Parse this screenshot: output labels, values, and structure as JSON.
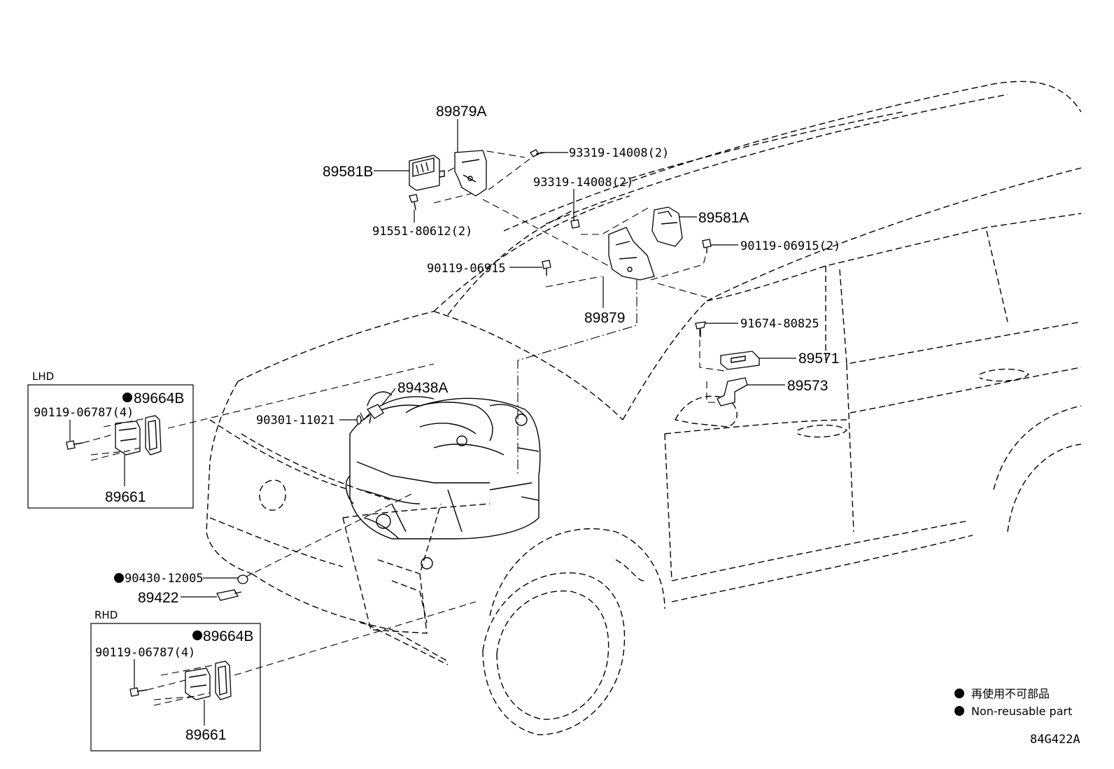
{
  "diagram_code": "84G422A",
  "boxes": {
    "lhd_title": "LHD",
    "rhd_title": "RHD"
  },
  "labels": {
    "p89879A": "89879A",
    "p89581B": "89581B",
    "p93319_top": "93319-14008(2)",
    "p93319_mid": "93319-14008(2)",
    "p89581A": "89581A",
    "p91551": "91551-80612(2)",
    "p90119_06915_2": "90119-06915(2)",
    "p90119_06915": "90119-06915",
    "p89879": "89879",
    "p91674": "91674-80825",
    "p89571": "89571",
    "p89573": "89573",
    "p89438A": "89438A",
    "p90301": "90301-11021",
    "p90430": "90430-12005",
    "p89422": "89422",
    "lhd_89664B": "89664B",
    "lhd_90119": "90119-06787(4)",
    "lhd_89661": "89661",
    "rhd_89664B": "89664B",
    "rhd_90119": "90119-06787(4)",
    "rhd_89661": "89661"
  },
  "legend": {
    "jp": "再使用不可部品",
    "en": "Non-reusable part"
  }
}
